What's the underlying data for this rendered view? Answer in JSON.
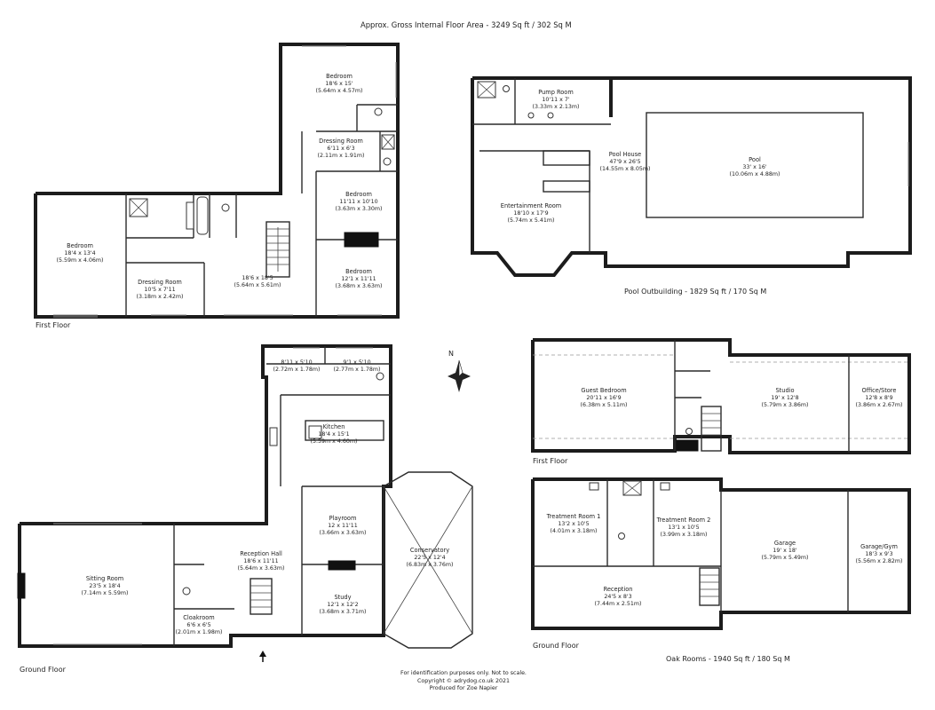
{
  "header": {
    "area_title": "Approx. Gross Internal Floor Area - 3249 Sq ft / 302 Sq M"
  },
  "main_house": {
    "first_floor": {
      "caption": "First Floor",
      "rooms": [
        {
          "name": "Bedroom",
          "dims": "18'6 x 15'",
          "metric": "(5.64m x 4.57m)"
        },
        {
          "name": "Dressing Room",
          "dims": "6'11 x 6'3",
          "metric": "(2.11m x 1.91m)"
        },
        {
          "name": "Bedroom",
          "dims": "11'11 x 10'10",
          "metric": "(3.63m x 3.30m)"
        },
        {
          "name": "Bedroom",
          "dims": "18'4 x 13'4",
          "metric": "(5.59m x 4.06m)"
        },
        {
          "name": "Dressing Room",
          "dims": "10'5 x 7'11",
          "metric": "(3.18m x 2.42m)"
        },
        {
          "name": "",
          "dims": "18'6 x 18'5",
          "metric": "(5.64m x 5.61m)"
        },
        {
          "name": "Bedroom",
          "dims": "12'1 x 11'11",
          "metric": "(3.68m x 3.63m)"
        }
      ]
    },
    "ground_floor": {
      "caption": "Ground Floor",
      "rooms": [
        {
          "name": "",
          "dims": "8'11 x 5'10",
          "metric": "(2.72m x 1.78m)"
        },
        {
          "name": "",
          "dims": "9'1 x 5'10",
          "metric": "(2.77m x 1.78m)"
        },
        {
          "name": "Kitchen",
          "dims": "18'4 x 15'1",
          "metric": "(5.59m x 4.60m)"
        },
        {
          "name": "Playroom",
          "dims": "12 x 11'11",
          "metric": "(3.66m x 3.63m)"
        },
        {
          "name": "Conservatory",
          "dims": "22'5 x 12'4",
          "metric": "(6.83m x 3.76m)"
        },
        {
          "name": "Sitting Room",
          "dims": "23'5 x 18'4",
          "metric": "(7.14m x 5.59m)"
        },
        {
          "name": "Reception Hall",
          "dims": "18'6 x 11'11",
          "metric": "(5.64m x 3.63m)"
        },
        {
          "name": "Cloakroom",
          "dims": "6'6 x 6'5",
          "metric": "(2.01m x 1.98m)"
        },
        {
          "name": "Study",
          "dims": "12'1 x 12'2",
          "metric": "(3.68m x 3.71m)"
        }
      ]
    }
  },
  "pool_outbuilding": {
    "caption": "Pool Outbuilding - 1829 Sq ft / 170 Sq M",
    "rooms": [
      {
        "name": "Pump Room",
        "dims": "10'11 x 7'",
        "metric": "(3.33m x 2.13m)"
      },
      {
        "name": "Pool House",
        "dims": "47'9 x 26'5",
        "metric": "(14.55m x 8.05m)"
      },
      {
        "name": "Pool",
        "dims": "33' x 16'",
        "metric": "(10.06m x 4.88m)"
      },
      {
        "name": "Entertainment Room",
        "dims": "18'10 x 17'9",
        "metric": "(5.74m x 5.41m)"
      }
    ]
  },
  "oak_rooms": {
    "caption": "Oak Rooms - 1940 Sq ft / 180 Sq M",
    "first_floor": {
      "caption": "First Floor",
      "rooms": [
        {
          "name": "Guest Bedroom",
          "dims": "20'11 x 16'9",
          "metric": "(6.38m x 5.11m)"
        },
        {
          "name": "Studio",
          "dims": "19' x 12'8",
          "metric": "(5.79m x 3.86m)"
        },
        {
          "name": "Office/Store",
          "dims": "12'8 x 8'9",
          "metric": "(3.86m x 2.67m)"
        }
      ]
    },
    "ground_floor": {
      "caption": "Ground Floor",
      "rooms": [
        {
          "name": "Treatment Room 1",
          "dims": "13'2 x 10'5",
          "metric": "(4.01m x 3.18m)"
        },
        {
          "name": "Treatment Room 2",
          "dims": "13'1 x 10'5",
          "metric": "(3.99m x 3.18m)"
        },
        {
          "name": "Garage",
          "dims": "19' x 18'",
          "metric": "(5.79m x 5.49m)"
        },
        {
          "name": "Garage/Gym",
          "dims": "18'3 x 9'3",
          "metric": "(5.56m x 2.82m)"
        },
        {
          "name": "Reception",
          "dims": "24'5 x 8'3",
          "metric": "(7.44m x 2.51m)"
        }
      ]
    }
  },
  "compass": {
    "label": "N"
  },
  "footer": {
    "line1": "For identification purposes only. Not to scale.",
    "line2": "Copyright © adrydog.co.uk 2021",
    "line3": "Produced for Zoe Napier"
  }
}
